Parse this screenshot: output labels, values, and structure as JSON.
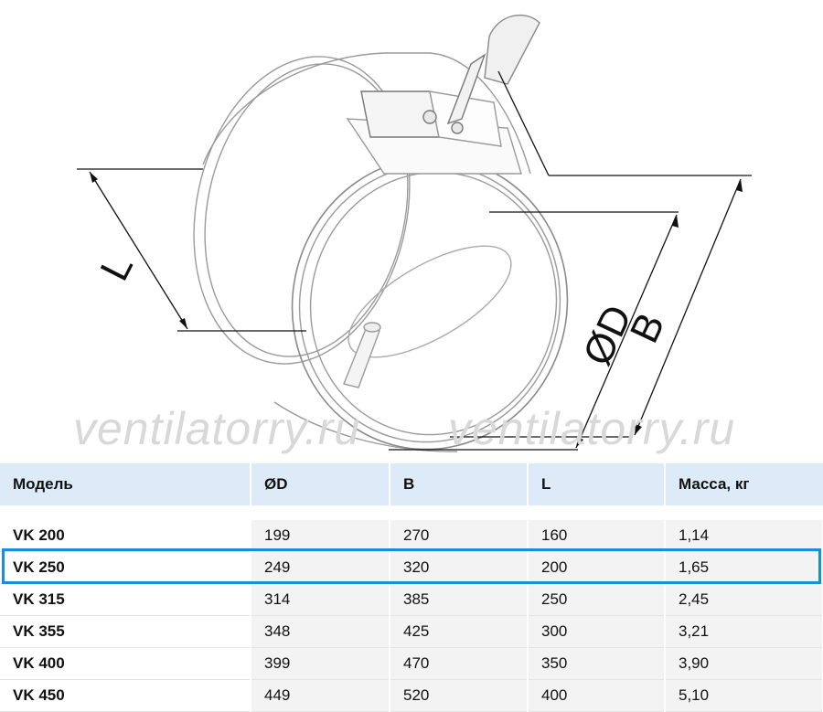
{
  "watermark": {
    "text_left": "ventilatorry.ru",
    "text_right": "ventilatorry.ru"
  },
  "dimensions": {
    "length_label": "L",
    "diameter_label": "ØD",
    "width_label": "B"
  },
  "table": {
    "headers": [
      "Модель",
      "ØD",
      "B",
      "L",
      "Масса, кг"
    ],
    "highlighted_row": "VK 250",
    "highlight_color": "#1a8fd6",
    "header_bg": "#dcebf7",
    "rows": [
      [
        "VK 200",
        "199",
        "270",
        "160",
        "1,14"
      ],
      [
        "VK 250",
        "249",
        "320",
        "200",
        "1,65"
      ],
      [
        "VK 315",
        "314",
        "385",
        "250",
        "2,45"
      ],
      [
        "VK 355",
        "348",
        "425",
        "300",
        "3,21"
      ],
      [
        "VK 400",
        "399",
        "470",
        "350",
        "3,90"
      ],
      [
        "VK 450",
        "449",
        "520",
        "400",
        "5,10"
      ]
    ]
  }
}
